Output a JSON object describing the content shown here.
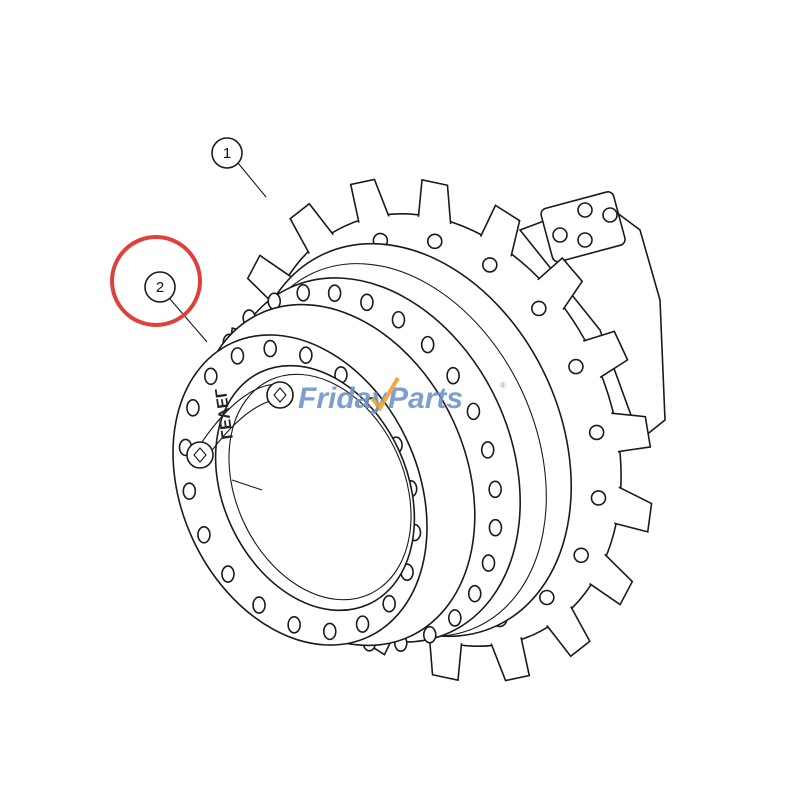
{
  "diagram": {
    "callouts": [
      {
        "label": "1",
        "target": "sprocket"
      },
      {
        "label": "2",
        "target": "cover"
      }
    ],
    "cover_marking": "LEVEL",
    "highlight_color": "#e0403a",
    "line_color": "#1a1a1a"
  },
  "watermark": {
    "part1": "Friday",
    "part2": "Parts",
    "registered": "®",
    "color_main": "#6f95c8",
    "color_accent": "#f0a030"
  }
}
